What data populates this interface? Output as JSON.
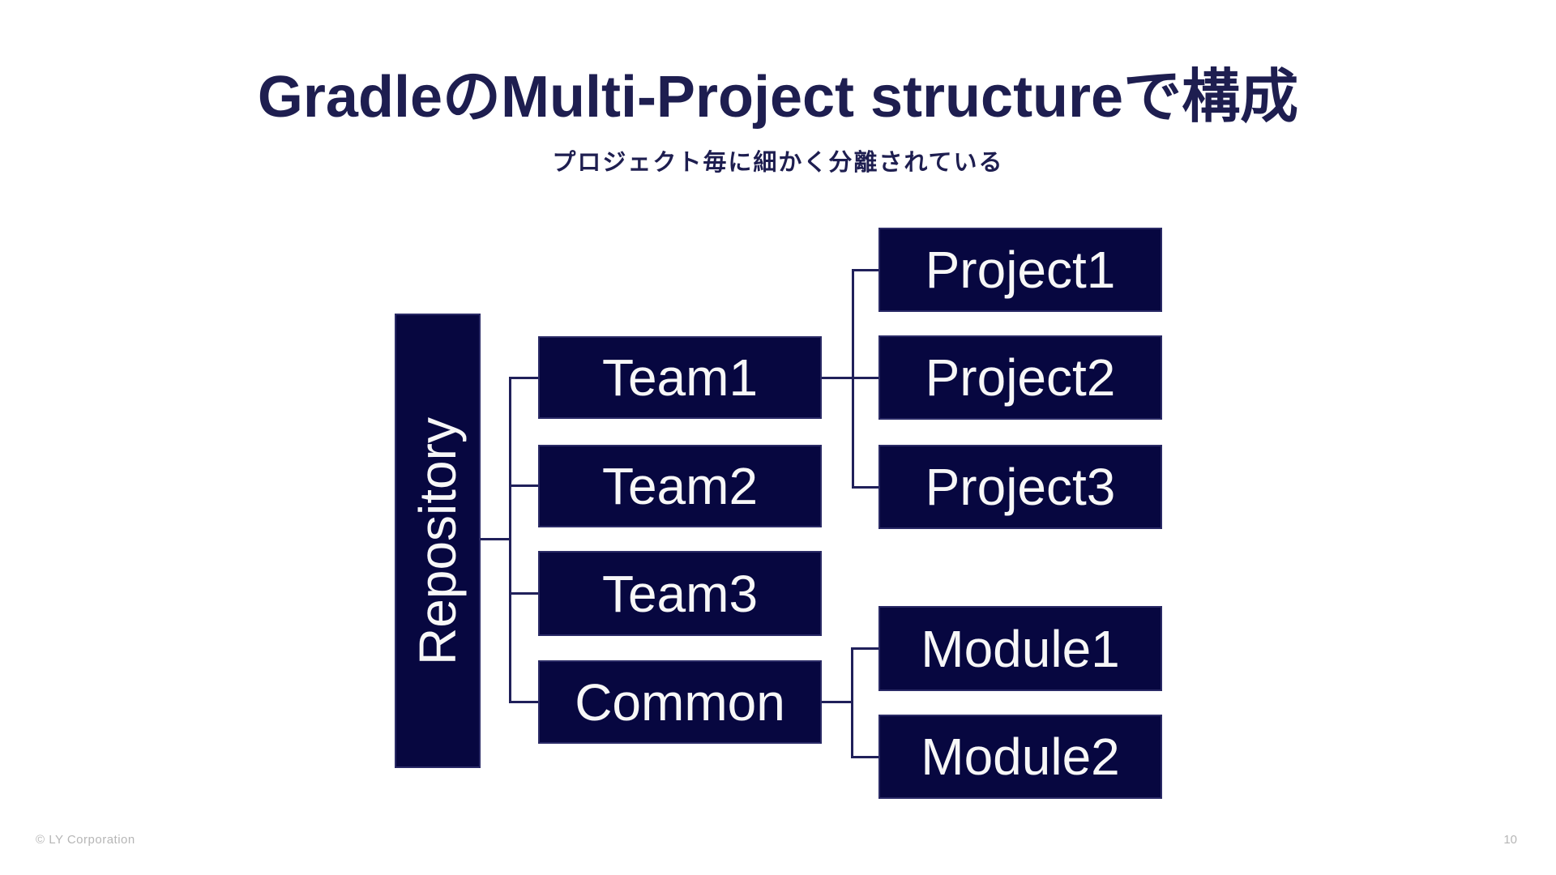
{
  "slide": {
    "title": "GradleのMulti-Project structureで構成",
    "subtitle": "プロジェクト毎に細かく分離されている",
    "footer_copyright": "© LY Corporation",
    "page_number": "10"
  },
  "diagram": {
    "nodes": {
      "repository": {
        "label": "Repository"
      },
      "team1": {
        "label": "Team1"
      },
      "team2": {
        "label": "Team2"
      },
      "team3": {
        "label": "Team3"
      },
      "common": {
        "label": "Common"
      },
      "project1": {
        "label": "Project1"
      },
      "project2": {
        "label": "Project2"
      },
      "project3": {
        "label": "Project3"
      },
      "module1": {
        "label": "Module1"
      },
      "module2": {
        "label": "Module2"
      }
    },
    "hierarchy": {
      "Repository": [
        "Team1",
        "Team2",
        "Team3",
        "Common"
      ],
      "Team1": [
        "Project1",
        "Project2",
        "Project3"
      ],
      "Common": [
        "Module1",
        "Module2"
      ]
    }
  },
  "colors": {
    "background": "#ffffff",
    "box_fill": "#070740",
    "box_border": "#2a2a66",
    "box_text": "#f7f7f7",
    "connector": "#20205a",
    "heading_text": "#1e1e50",
    "footer_text": "#b6b6b6"
  }
}
